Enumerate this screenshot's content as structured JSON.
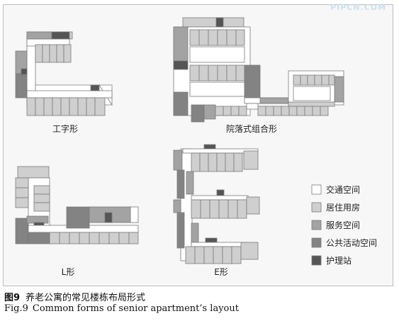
{
  "watermark": "PIPCN.COM",
  "colors": {
    "traffic": "#ffffff",
    "residential": "#cfcfcf",
    "service": "#a3a3a3",
    "public_activity": "#838383",
    "nursing_station": "#555555",
    "outline": "#7a7a7a"
  },
  "plans": {
    "gongzi": {
      "label": "工字形"
    },
    "courtyard": {
      "label": "院落式组合形"
    },
    "lshape": {
      "label": "L形"
    },
    "eshape": {
      "label": "E形"
    }
  },
  "legend": [
    {
      "label": "交通空间",
      "color_key": "traffic"
    },
    {
      "label": "居住用房",
      "color_key": "residential"
    },
    {
      "label": "服务空间",
      "color_key": "service"
    },
    {
      "label": "公共活动空间",
      "color_key": "public_activity"
    },
    {
      "label": "护理站",
      "color_key": "nursing_station"
    }
  ],
  "caption": {
    "number_cn": "图9",
    "title_cn": "养老公寓的常见楼栋布局形式",
    "number_en": "Fig.9",
    "title_en": "Common forms of senior apartment’s layout"
  }
}
